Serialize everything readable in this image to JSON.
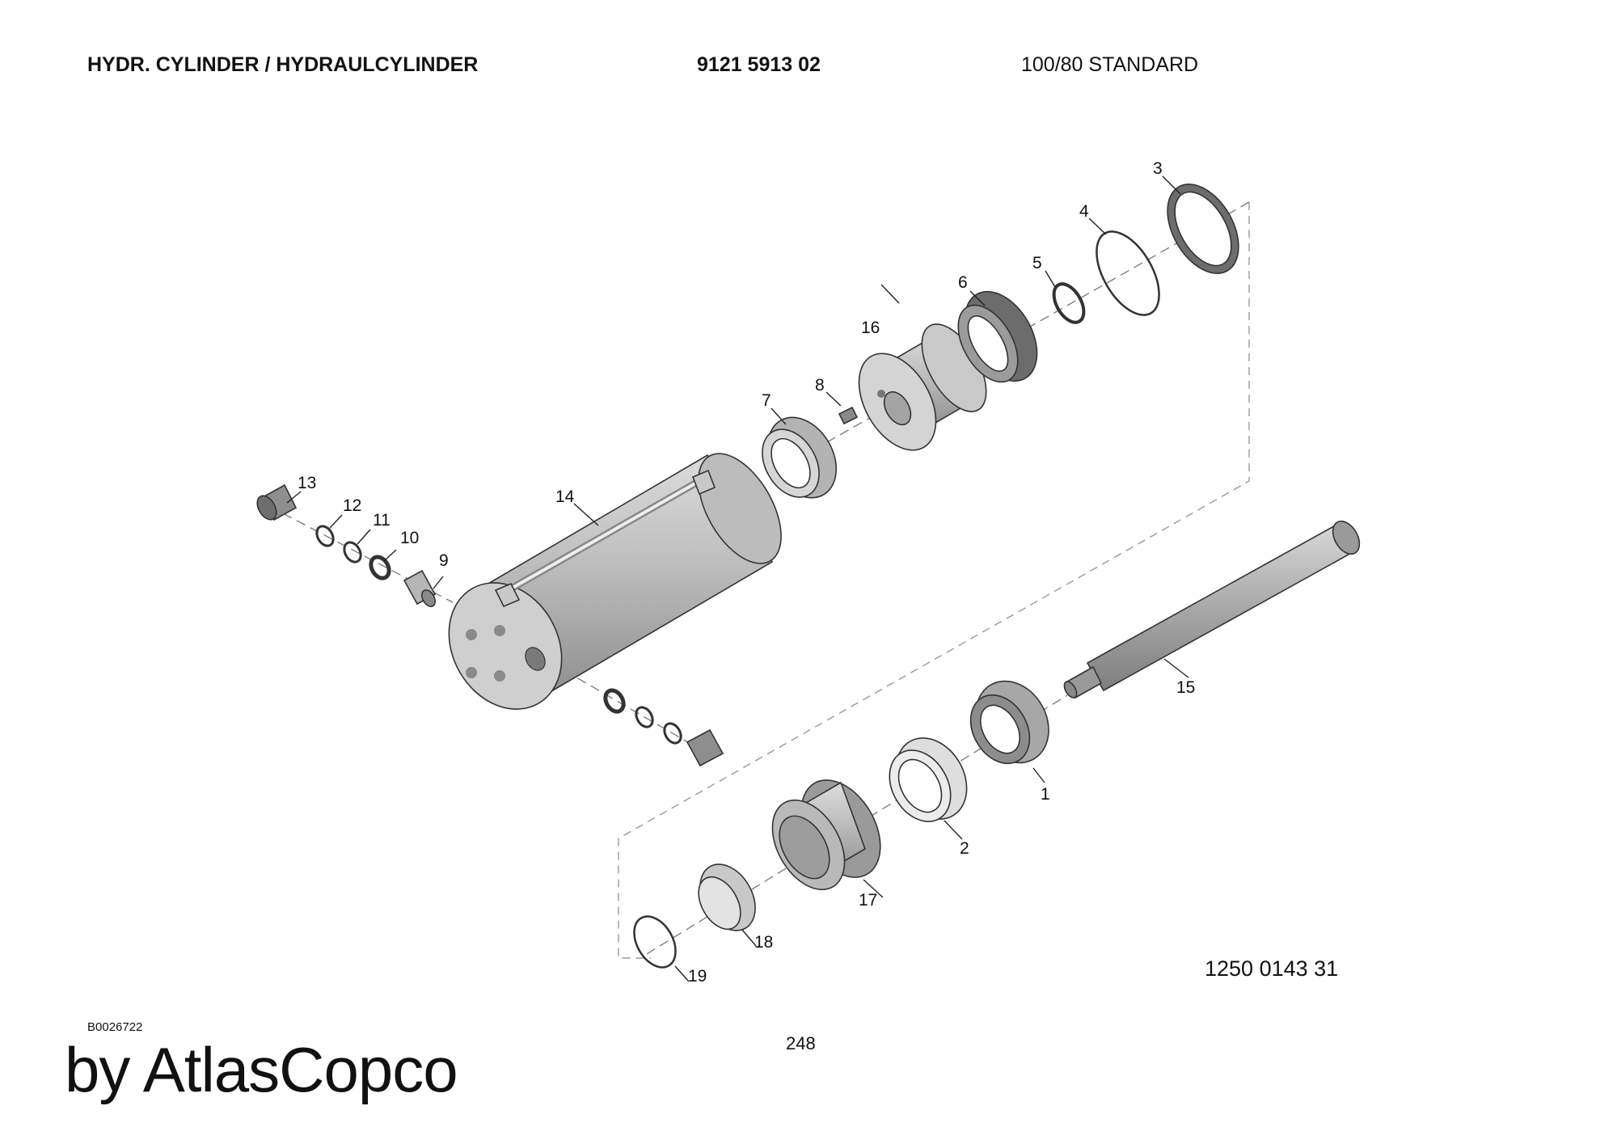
{
  "header": {
    "title": "HYDR. CYLINDER / HYDRAULCYLINDER",
    "part_number": "9121 5913 02",
    "variant": "100/80 STANDARD"
  },
  "diagram": {
    "callouts": [
      "1",
      "2",
      "3",
      "4",
      "5",
      "6",
      "7",
      "8",
      "9",
      "10",
      "11",
      "12",
      "13",
      "14",
      "15",
      "16",
      "17",
      "18",
      "19"
    ],
    "drawing_number": "1250 0143 31"
  },
  "footer": {
    "ref_code": "B0026722",
    "page_number": "248",
    "brand": "by AtlasCopco"
  },
  "colors": {
    "part_fill": "#c6c6c6",
    "part_dark": "#8f8f8f",
    "part_light": "#e2e2e2",
    "line": "#333333"
  }
}
